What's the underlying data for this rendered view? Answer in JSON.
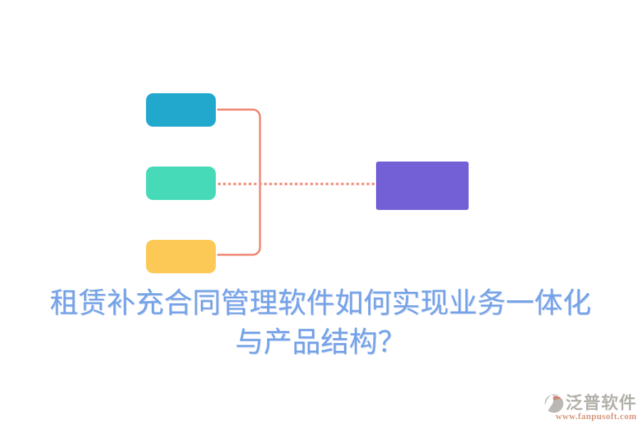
{
  "title": {
    "line1": "租赁补充合同管理软件如何实现业务一体化",
    "line2": "与产品结构？",
    "color": "#75a2e8"
  },
  "diagram": {
    "source_boxes": [
      {
        "id": "top",
        "color": "#22a8cd"
      },
      {
        "id": "middle",
        "color": "#46dab8"
      },
      {
        "id": "bottom",
        "color": "#fdc956"
      }
    ],
    "target_box": {
      "id": "result",
      "color": "#7460d6"
    },
    "bracket_color": "#ef8470",
    "dotted_color": "#f29181"
  },
  "watermark": {
    "brand": "泛普软件",
    "url": "www.fanpusoft.com",
    "brand_color": "#b2b0a8",
    "url_color": "#d6997f",
    "icon_gray": "#bab8b3",
    "icon_accent": "#cc8672"
  }
}
